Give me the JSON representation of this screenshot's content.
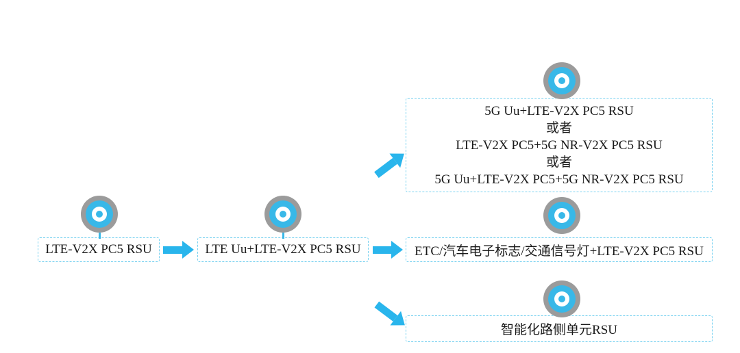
{
  "diagram": {
    "nodes": {
      "lte_v2x": {
        "label": "LTE-V2X PC5 RSU"
      },
      "lte_uu": {
        "label": "LTE Uu+LTE-V2X PC5 RSU"
      },
      "evolution_5g": {
        "lines": [
          "5G Uu+LTE-V2X PC5 RSU",
          "或者",
          "LTE-V2X PC5+5G NR-V2X PC5 RSU",
          "或者",
          "5G Uu+LTE-V2X PC5+5G NR-V2X PC5 RSU"
        ]
      },
      "etc_combo": {
        "label": "ETC/汽车电子标志/交通信号灯+LTE-V2X PC5 RSU"
      },
      "smart_rsu": {
        "label": "智能化路侧单元RSU"
      }
    },
    "edges": [
      {
        "from": "lte_v2x",
        "to": "lte_uu"
      },
      {
        "from": "lte_uu",
        "to": "evolution_5g"
      },
      {
        "from": "lte_uu",
        "to": "etc_combo"
      },
      {
        "from": "lte_uu",
        "to": "smart_rsu"
      }
    ],
    "colors": {
      "arrow": "#29b5ec",
      "border": "#77d1f0",
      "icon_ring": "#9b9b9b",
      "icon_fill": "#38b8e8",
      "text": "#1a1a1a"
    }
  }
}
